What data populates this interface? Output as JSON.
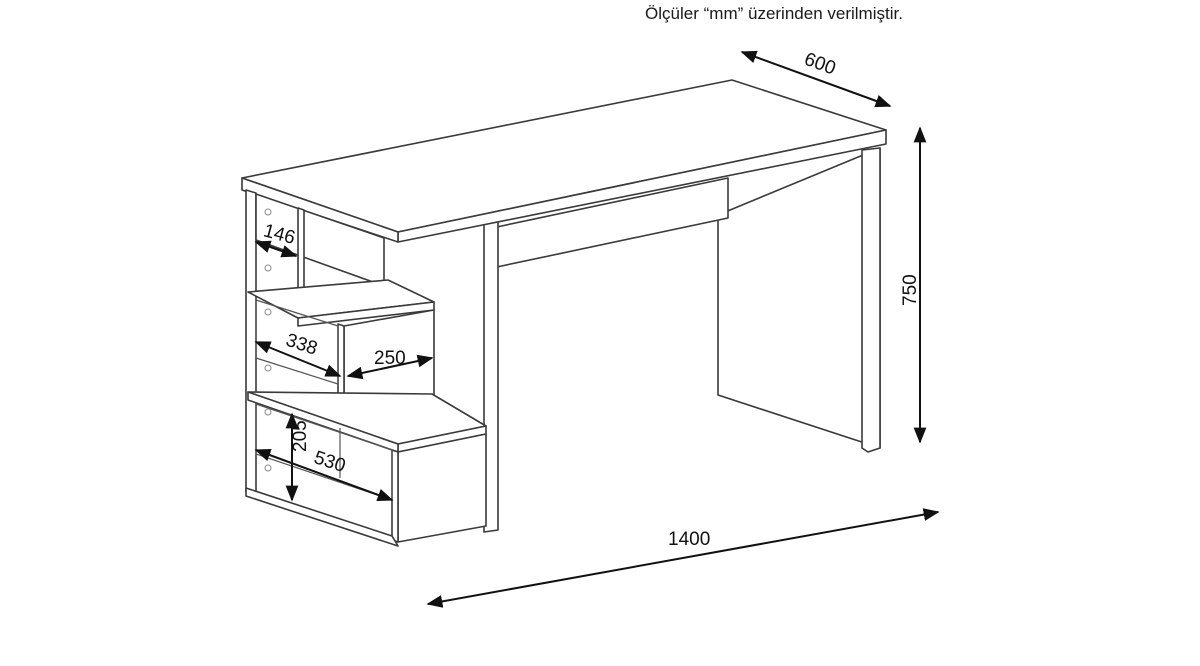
{
  "units_note": "Ölçüler “mm” üzerinden verilmiştir.",
  "dimensions": {
    "width": "1400",
    "depth": "600",
    "height": "750",
    "top_shelf_depth": "146",
    "mid_shelf_width": "338",
    "mid_box_width": "250",
    "bottom_shelf_height": "205",
    "bottom_shelf_width": "530"
  },
  "colors": {
    "line": "#3a3a3a",
    "dimension": "#111111",
    "background": "#ffffff"
  }
}
